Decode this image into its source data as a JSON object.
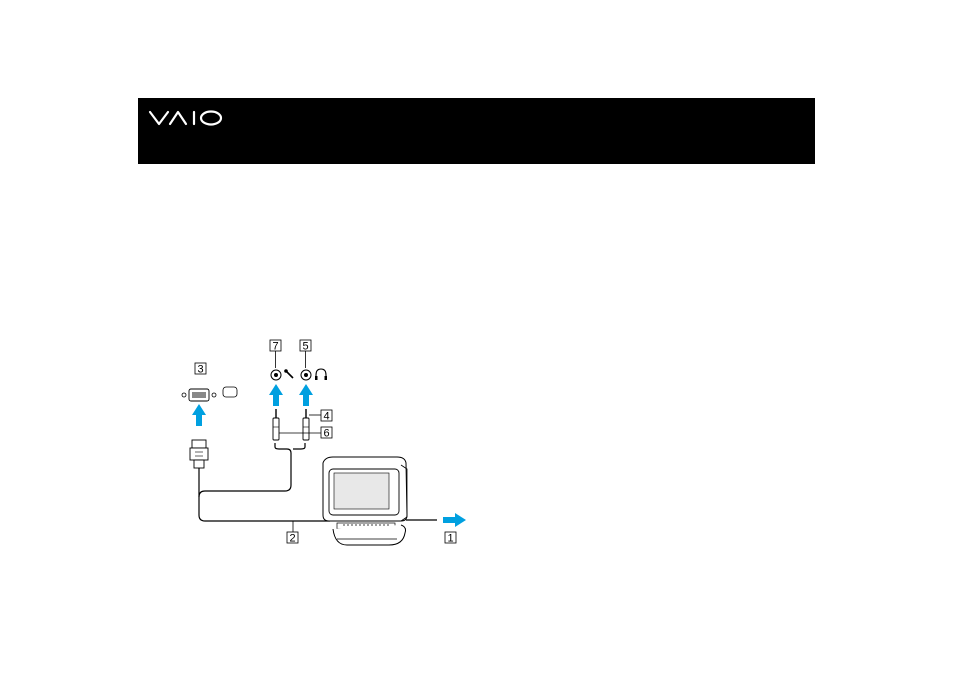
{
  "header": {
    "logo_text": "VAIO",
    "background_color": "#000000",
    "logo_color": "#ffffff"
  },
  "diagram": {
    "arrow_color": "#00a0e0",
    "callouts": [
      {
        "id": "1",
        "label": "1"
      },
      {
        "id": "2",
        "label": "2"
      },
      {
        "id": "3",
        "label": "3"
      },
      {
        "id": "4",
        "label": "4"
      },
      {
        "id": "5",
        "label": "5"
      },
      {
        "id": "6",
        "label": "6"
      },
      {
        "id": "7",
        "label": "7"
      }
    ],
    "icons": [
      "monitor-port-icon",
      "microphone-icon",
      "headphone-icon"
    ]
  }
}
